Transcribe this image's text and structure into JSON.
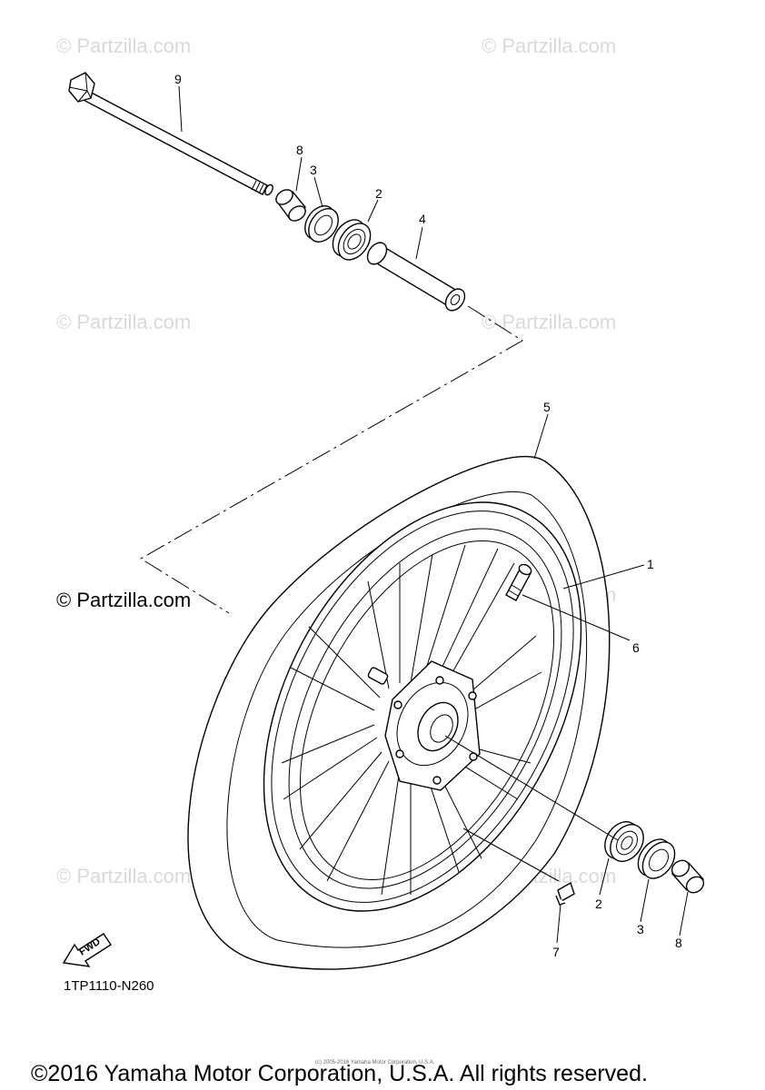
{
  "watermarks": {
    "text": "© Partzilla.com",
    "main": "© Partzilla.com"
  },
  "callouts": {
    "c1": "1",
    "c2a": "2",
    "c2b": "2",
    "c3a": "3",
    "c3b": "3",
    "c4": "4",
    "c5": "5",
    "c6": "6",
    "c7": "7",
    "c8a": "8",
    "c8b": "8",
    "c9": "9"
  },
  "fwd_label": "FWD",
  "diagram_code": "1TP1110-N260",
  "fine_print": "(c) 2005-2016 Yamaha Motor Corporation, U.S.A.",
  "copyright": "©2016 Yamaha Motor Corporation, U.S.A. All rights reserved."
}
